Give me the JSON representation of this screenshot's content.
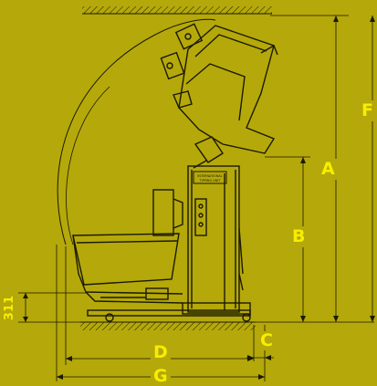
{
  "labels": {
    "A": "A",
    "B": "B",
    "C": "C",
    "D": "D",
    "F": "F",
    "G": "G",
    "height_311": "311"
  },
  "plate": {
    "line1": "INTERNATIONAL",
    "line2": "TIPPING UNIT"
  },
  "colors": {
    "background": "#b5a80a",
    "line": "#1a1a00",
    "label": "#f7ee00"
  }
}
